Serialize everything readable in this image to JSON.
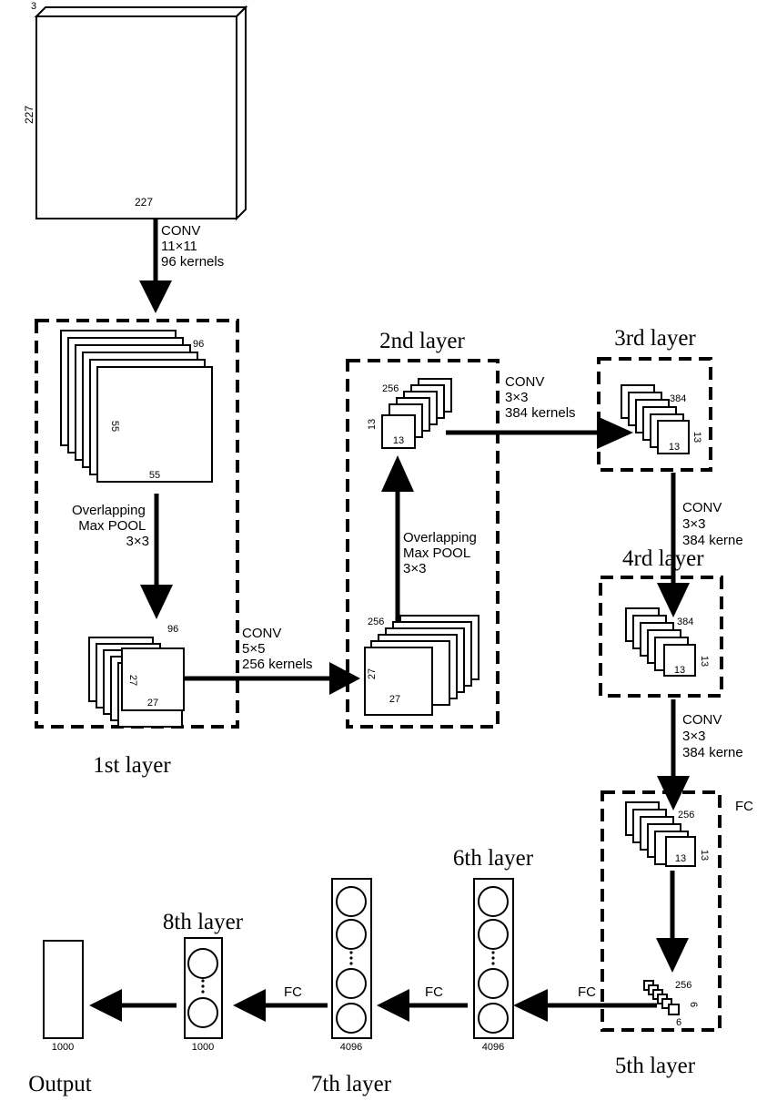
{
  "input": {
    "depth": "3",
    "height": "227",
    "width": "227"
  },
  "conv1": {
    "lines": [
      "CONV",
      "11×11",
      "96 kernels"
    ]
  },
  "layer1": {
    "label": "1st layer",
    "stack1": {
      "channels": "96",
      "height": "55",
      "width": "55"
    },
    "pool": [
      "Overlapping",
      "Max POOL",
      "3×3"
    ],
    "stack2": {
      "channels": "96",
      "height": "27",
      "width": "27"
    }
  },
  "conv2": {
    "lines": [
      "CONV",
      "5×5",
      "256 kernels"
    ]
  },
  "layer2": {
    "label": "2nd layer",
    "top": {
      "channels": "256",
      "height": "13",
      "width": "13"
    },
    "pool": [
      "Overlapping",
      "Max POOL",
      "3×3"
    ],
    "bottom": {
      "channels": "256",
      "height": "27",
      "width": "27"
    }
  },
  "conv3": {
    "lines": [
      "CONV",
      "3×3",
      "384 kernels"
    ]
  },
  "layer3": {
    "label": "3rd layer",
    "channels": "384",
    "height": "13",
    "width": "13"
  },
  "conv4": {
    "lines": [
      "CONV",
      "3×3",
      "384 kerne"
    ]
  },
  "layer4": {
    "label": "4rd layer",
    "channels": "384",
    "height": "13",
    "width": "13"
  },
  "conv5": {
    "lines": [
      "CONV",
      "3×3",
      "384 kerne"
    ]
  },
  "layer5": {
    "label": "5th layer",
    "fc_label": "FC",
    "top": {
      "channels": "256",
      "height": "13",
      "width": "13"
    },
    "small": {
      "channels": "256",
      "height": "6",
      "width": "6"
    }
  },
  "layer6": {
    "label": "6th layer",
    "size": "4096"
  },
  "layer7": {
    "label": "7th layer",
    "size": "4096"
  },
  "layer8": {
    "label": "8th layer",
    "size": "1000"
  },
  "output": {
    "label": "Output",
    "size": "1000"
  },
  "fc": {
    "a": "FC",
    "b": "FC",
    "c": "FC"
  }
}
